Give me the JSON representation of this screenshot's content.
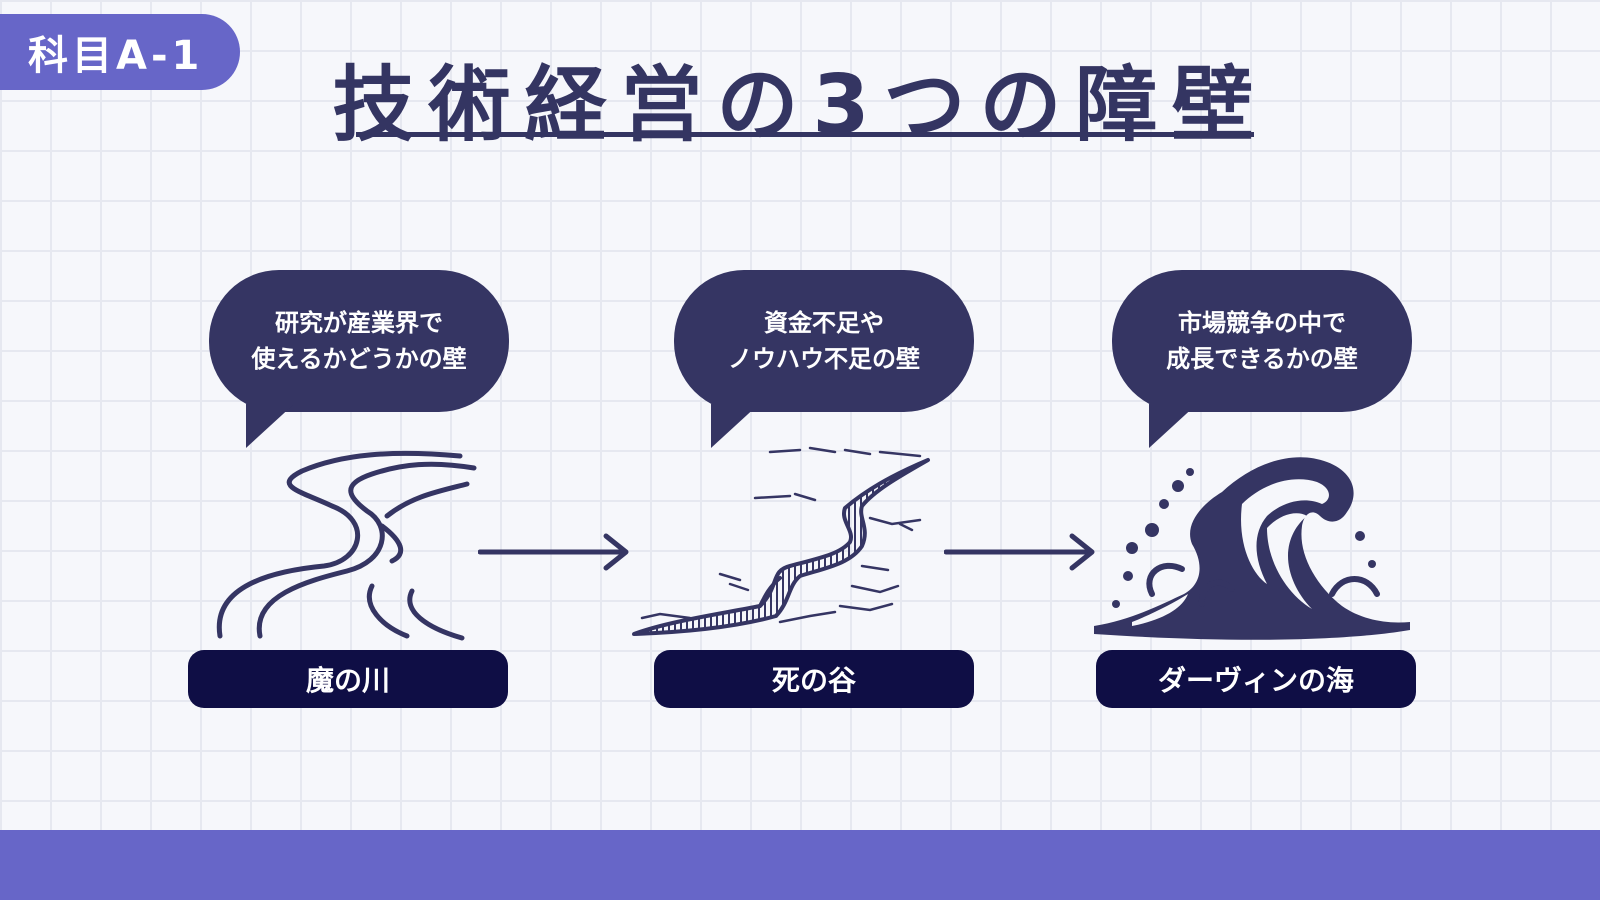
{
  "header": {
    "subject_tag": "科目A-1",
    "title": "技術経営の3つの障壁"
  },
  "stages": [
    {
      "bubble_line1": "研究が産業界で",
      "bubble_line2": "使えるかどうかの壁",
      "label": "魔の川",
      "icon": "river-icon"
    },
    {
      "bubble_line1": "資金不足や",
      "bubble_line2": "ノウハウ不足の壁",
      "label": "死の谷",
      "icon": "valley-icon"
    },
    {
      "bubble_line1": "市場競争の中で",
      "bubble_line2": "成長できるかの壁",
      "label": "ダーヴィンの海",
      "icon": "wave-icon"
    }
  ],
  "colors": {
    "accent": "#6766c8",
    "bubble": "#353563",
    "label": "#0f0e45",
    "title": "#343562"
  }
}
